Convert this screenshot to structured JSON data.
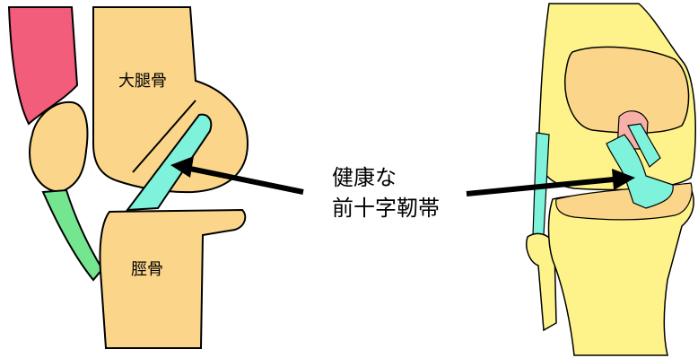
{
  "labels": {
    "femur": "大腿骨",
    "tibia": "脛骨",
    "caption_line1": "健康な",
    "caption_line2": "前十字靭帯"
  },
  "colors": {
    "bone": "#fbd68a",
    "bone_light": "#fdf38a",
    "ligament": "#7ef2da",
    "muscle_red": "#f35d7c",
    "tendon_green": "#74e690",
    "outline": "#000000",
    "arrow": "#000000"
  }
}
